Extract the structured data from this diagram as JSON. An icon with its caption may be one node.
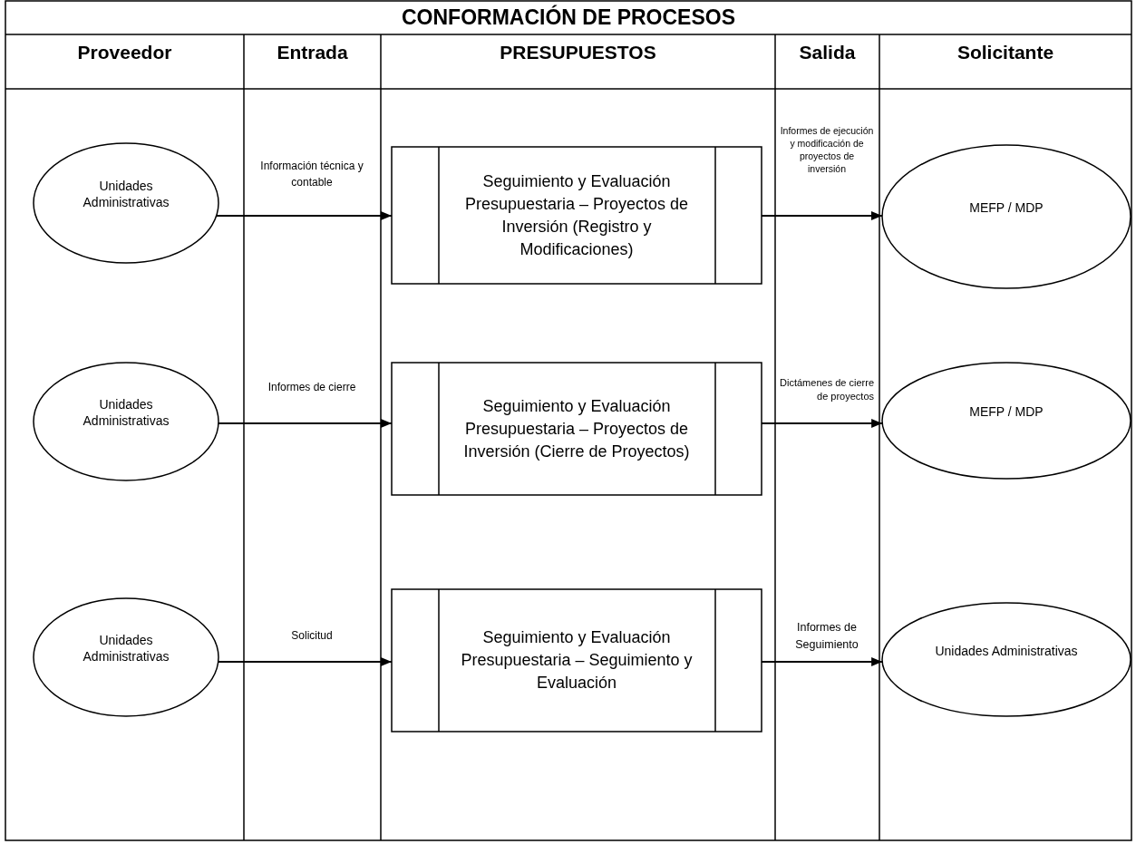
{
  "diagram": {
    "title": "CONFORMACIÓN DE PROCESOS",
    "nodes": [
      {
        "text": [
          "Unidades Administrativas"
        ]
      },
      {
        "text": [
          "Seguimiento y Evaluación Presupuestaria – Proyectos de Inversión (Registro y Modificaciones)"
        ]
      },
      {
        "text": [
          "MEFP / MDP"
        ]
      },
      {
        "text": [
          "Unidades Administrativas"
        ]
      },
      {
        "text": [
          "Seguimiento y Evaluación Presupuestaria – Proyectos de Inversión (Cierre de Proyectos)"
        ]
      },
      {
        "text": [
          "MEFP / MDP"
        ]
      },
      {
        "text": [
          "Unidades Administrativas"
        ]
      },
      {
        "text": [
          "Seguimiento y Evaluación Presupuestaria – Seguimiento y Evaluación"
        ]
      },
      {
        "text": [
          "Unidades Administrativas"
        ]
      }
    ],
    "edges": [
      {
        "from": 0,
        "to": 1,
        "arrow": "to",
        "label": "Información técnica y contable"
      },
      {
        "from": 1,
        "to": 2,
        "arrow": "to",
        "label": "Informes de ejecución y modificación de proyectos de inversión"
      },
      {
        "from": 3,
        "to": 4,
        "arrow": "to",
        "label": "Informes de cierre"
      },
      {
        "from": 4,
        "to": 5,
        "arrow": "to",
        "label": "Dictámenes de cierre de proyectos"
      },
      {
        "from": 6,
        "to": 7,
        "arrow": "to",
        "label": "Solicitud"
      },
      {
        "from": 7,
        "to": 8,
        "arrow": "to",
        "label": "Informes de Seguimiento"
      }
    ],
    "labels": [
      "Proveedor",
      "Entrada",
      "PRESUPUESTOS",
      "Salida",
      "Solicitante"
    ]
  }
}
